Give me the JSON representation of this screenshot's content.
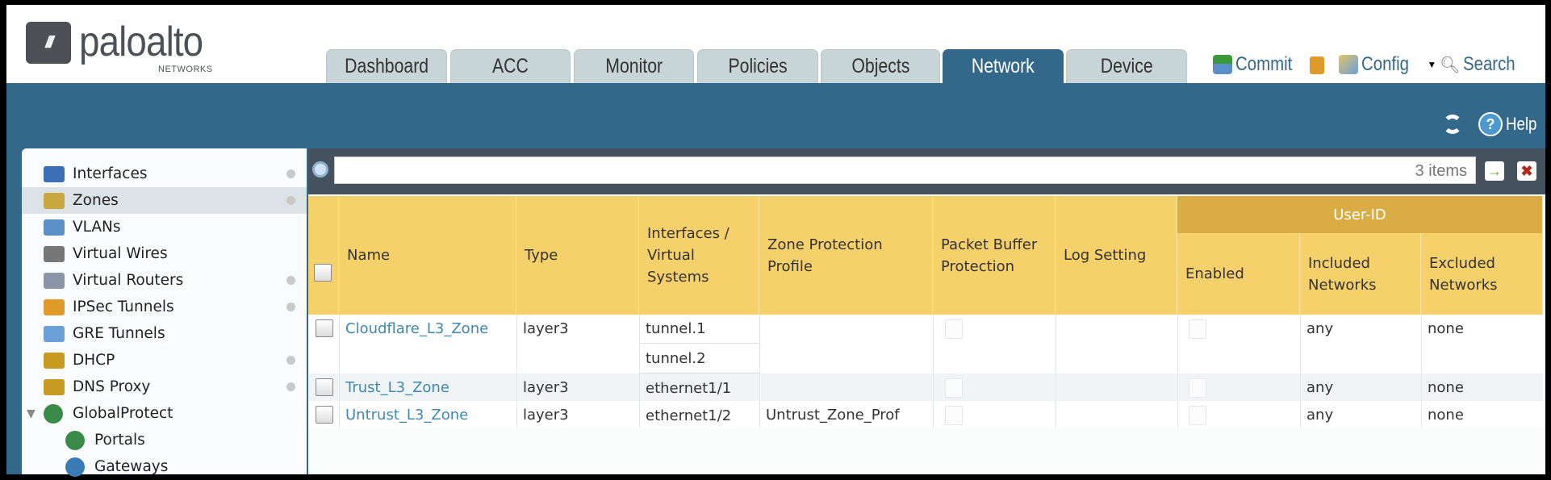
{
  "brand": {
    "logo_text": "paloalto",
    "logo_sub": "NETWORKS"
  },
  "tabs": [
    {
      "label": "Dashboard",
      "active": false
    },
    {
      "label": "ACC",
      "active": false
    },
    {
      "label": "Monitor",
      "active": false
    },
    {
      "label": "Policies",
      "active": false
    },
    {
      "label": "Objects",
      "active": false
    },
    {
      "label": "Network",
      "active": true
    },
    {
      "label": "Device",
      "active": false
    }
  ],
  "toolbar": {
    "commit": "Commit",
    "config": "Config",
    "search": "Search",
    "help": "Help"
  },
  "sidebar": {
    "items": [
      {
        "label": "Interfaces",
        "icon": "interfaces-icon",
        "dot": true
      },
      {
        "label": "Zones",
        "icon": "zones-icon",
        "dot": true,
        "selected": true
      },
      {
        "label": "VLANs",
        "icon": "vlans-icon",
        "dot": false
      },
      {
        "label": "Virtual Wires",
        "icon": "virtual-wires-icon",
        "dot": false
      },
      {
        "label": "Virtual Routers",
        "icon": "virtual-routers-icon",
        "dot": true
      },
      {
        "label": "IPSec Tunnels",
        "icon": "ipsec-lock-icon",
        "dot": true
      },
      {
        "label": "GRE Tunnels",
        "icon": "gre-tunnels-icon",
        "dot": false
      },
      {
        "label": "DHCP",
        "icon": "dhcp-ip-icon",
        "dot": true
      },
      {
        "label": "DNS Proxy",
        "icon": "dns-proxy-icon",
        "dot": true
      },
      {
        "label": "GlobalProtect",
        "icon": "globalprotect-icon",
        "dot": false,
        "expanded": true
      },
      {
        "label": "Portals",
        "icon": "portals-globe-icon",
        "dot": false,
        "child": true
      },
      {
        "label": "Gateways",
        "icon": "gateways-globe-icon",
        "dot": false,
        "child": true
      }
    ]
  },
  "filter": {
    "value": "",
    "count": "3 items"
  },
  "table": {
    "group_header": "User-ID",
    "columns": [
      "Name",
      "Type",
      "Interfaces / Virtual Systems",
      "Zone Protection Profile",
      "Packet Buffer Protection",
      "Log Setting",
      "Enabled",
      "Included Networks",
      "Excluded Networks"
    ],
    "rows": [
      {
        "name": "Cloudflare_L3_Zone",
        "type": "layer3",
        "interfaces": [
          "tunnel.1",
          "tunnel.2"
        ],
        "zone_protection": "",
        "packet_buffer": false,
        "log_setting": "",
        "enabled": false,
        "included": "any",
        "excluded": "none"
      },
      {
        "name": "Trust_L3_Zone",
        "type": "layer3",
        "interfaces": [
          "ethernet1/1"
        ],
        "zone_protection": "",
        "packet_buffer": false,
        "log_setting": "",
        "enabled": false,
        "included": "any",
        "excluded": "none"
      },
      {
        "name": "Untrust_L3_Zone",
        "type": "layer3",
        "interfaces": [
          "ethernet1/2"
        ],
        "zone_protection": "Untrust_Zone_Prof",
        "packet_buffer": false,
        "log_setting": "",
        "enabled": false,
        "included": "any",
        "excluded": "none"
      }
    ]
  },
  "colors": {
    "brand_blue": "#33688a",
    "header_yellow": "#f5d06b",
    "group_header": "#d9ad44",
    "link": "#3f88b1"
  }
}
